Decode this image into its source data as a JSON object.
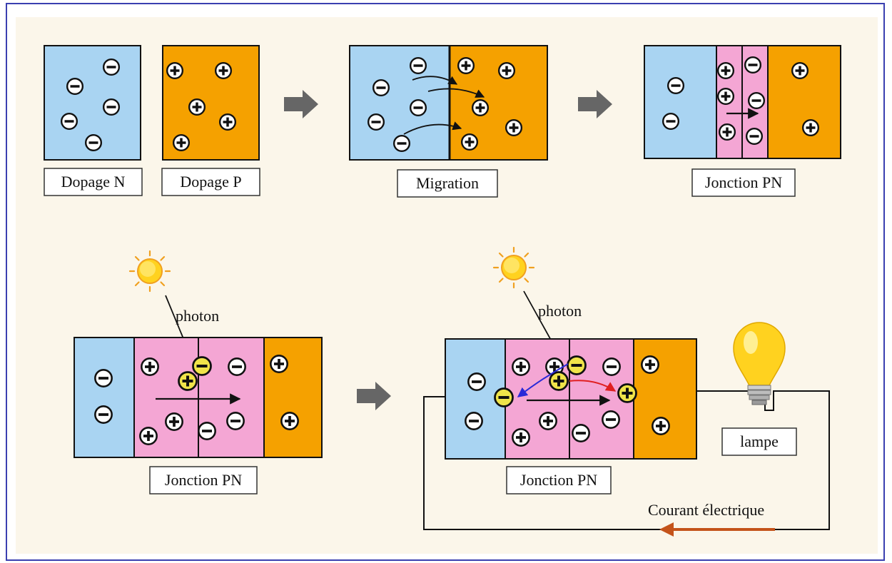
{
  "labels": {
    "dopage_n": "Dopage N",
    "dopage_p": "Dopage P",
    "migration": "Migration",
    "jonction_top": "Jonction PN",
    "jonction_bottom_left": "Jonction PN",
    "jonction_bottom_right": "Jonction PN",
    "photon_left": "photon",
    "photon_right": "photon",
    "lampe": "lampe",
    "courant": "Courant électrique"
  },
  "symbols": {
    "minus": "−",
    "plus": "+"
  },
  "colors": {
    "n_region": "#a9d4f2",
    "p_region": "#f5a100",
    "depletion": "#f4a6d4",
    "background": "#fbf6ea",
    "frame": "#3a3fb0",
    "electron_excited": "#f0e44a",
    "arrow_gray": "#666666",
    "current_arrow": "#c4531a",
    "electron_path": "#2a2ad8",
    "hole_path": "#e02020"
  },
  "icons": [
    "sun-icon",
    "arrow-right-icon",
    "light-bulb-icon"
  ]
}
